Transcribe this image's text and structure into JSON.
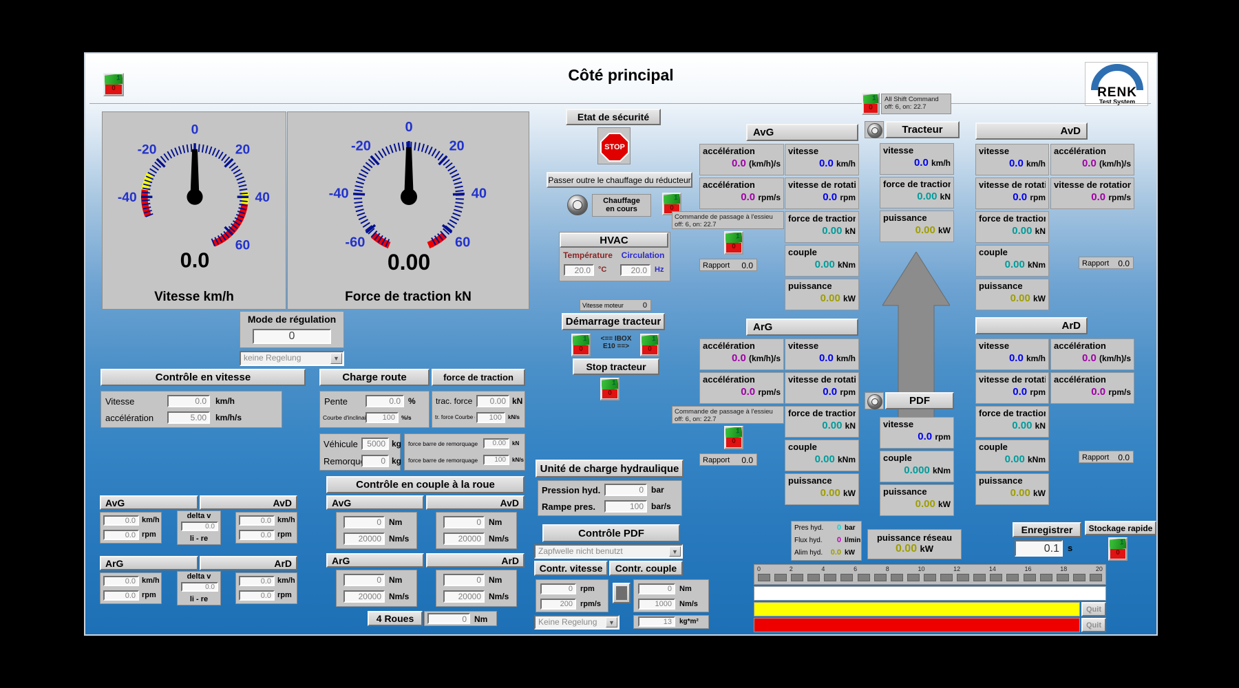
{
  "title": "Côté principal",
  "logo": {
    "name": "RENK",
    "sub": "Test System"
  },
  "colors": {
    "value_blue": "#0000f0",
    "value_magenta": "#a000a8",
    "value_teal": "#009c9c",
    "value_olive": "#9e9e00",
    "value_cyan": "#00dcdc",
    "value_flux": "#c000c0",
    "warn_yellow": "#ffff00",
    "alarm_red": "#ee0000",
    "temp_label": "#8b2525",
    "circ_label": "#2a2ad0"
  },
  "gauges": [
    {
      "caption": "Vitesse km/h",
      "value": "0.0",
      "labels": [
        "-40",
        "-20",
        "0",
        "20",
        "40",
        "60"
      ],
      "label_angles": [
        -90,
        -45,
        0,
        45,
        90,
        135
      ],
      "arcs": [
        {
          "s": -112,
          "e": -82,
          "c": "#ee0000"
        },
        {
          "s": -82,
          "e": -62,
          "c": "#ffff00"
        },
        {
          "s": 84,
          "e": 98,
          "c": "#ffff00"
        },
        {
          "s": 98,
          "e": 158,
          "c": "#ee0000"
        }
      ],
      "tick_range": [
        -112,
        158
      ]
    },
    {
      "caption": "Force de traction kN",
      "value": "0.00",
      "labels": [
        "-60",
        "-40",
        "-20",
        "0",
        "20",
        "40",
        "60"
      ],
      "label_angles": [
        -130,
        -87,
        -43,
        0,
        43,
        87,
        130
      ],
      "arcs": [
        {
          "s": -158,
          "e": -137,
          "c": "#ee0000"
        },
        {
          "s": 137,
          "e": 158,
          "c": "#ee0000"
        }
      ],
      "tick_range": [
        -155,
        155
      ]
    }
  ],
  "mode": {
    "title": "Mode de régulation",
    "value": "0",
    "dropdown": "keine Regelung"
  },
  "ctrl_vitesse": {
    "title": "Contrôle en vitesse",
    "rows": [
      {
        "label": "Vitesse",
        "value": "0.0",
        "unit": "km/h"
      },
      {
        "label": "accélération",
        "value": "5.00",
        "unit": "km/h/s"
      }
    ]
  },
  "charge_route": {
    "title": "Charge route",
    "row1": {
      "label": "Pente",
      "value": "0.0",
      "unit": "%"
    },
    "row2": {
      "label": "Courbe d'inclinaison",
      "value": "100",
      "unit": "%/s"
    }
  },
  "force_traction": {
    "title": "force de traction",
    "row1": {
      "label": "trac. force",
      "value": "0.00",
      "unit": "kN"
    },
    "row2": {
      "label": "tr. force Courbe d'in",
      "value": "100",
      "unit": "kN/s"
    }
  },
  "masses": {
    "row1": {
      "label": "Véhicule",
      "value": "5000",
      "unit": "kg"
    },
    "row2": {
      "label": "Remorque",
      "value": "0",
      "unit": "kg"
    }
  },
  "barre": {
    "row1": {
      "label": "force barre de remorquage",
      "value": "0.00",
      "unit": "kN"
    },
    "row2": {
      "label": "force barre de remorquage",
      "value": "100",
      "unit": "kN/s"
    }
  },
  "couple_roue": {
    "title": "Contrôle en couple à la roue",
    "unit_torque": "Nm",
    "unit_rate": "Nm/s",
    "avg": {
      "name": "AvG",
      "torque": "0",
      "rate": "20000"
    },
    "avd": {
      "name": "AvD",
      "torque": "0",
      "rate": "20000"
    },
    "arg": {
      "name": "ArG",
      "torque": "0",
      "rate": "20000"
    },
    "ard": {
      "name": "ArD",
      "torque": "0",
      "rate": "20000"
    },
    "four": {
      "label": "4 Roues",
      "value": "0",
      "unit": "Nm"
    }
  },
  "quads": {
    "unit_speed": "km/h",
    "unit_rpm": "rpm",
    "front": {
      "left": "AvG",
      "right": "AvD",
      "l_speed": "0.0",
      "l_rpm": "0.0",
      "r_speed": "0.0",
      "r_rpm": "0.0",
      "delta": {
        "label": "delta v",
        "value": "0.0",
        "sub": "li - re"
      }
    },
    "rear": {
      "left": "ArG",
      "right": "ArD",
      "l_speed": "0.0",
      "l_rpm": "0.0",
      "r_speed": "0.0",
      "r_rpm": "0.0",
      "delta": {
        "label": "delta v",
        "value": "0.0",
        "sub": "li - re"
      }
    }
  },
  "center": {
    "securite": "Etat de sécurité",
    "stop": "STOP",
    "chauffage_btn": "Passer outre le chauffage du réducteur",
    "chauffage_line1": "Chauffage",
    "chauffage_line2": "en cours",
    "hvac": {
      "title": "HVAC",
      "temp_label": "Température",
      "temp_value": "20.0",
      "temp_unit": "°C",
      "circ_label": "Circulation",
      "circ_value": "20.0",
      "circ_unit": "Hz"
    },
    "vitesse_moteur": {
      "label": "Vitesse moteur",
      "value": "0"
    },
    "demarrage": "Démarrage tracteur",
    "ibox_line1": "<== IBOX",
    "ibox_line2": "E10 ==>",
    "stop_tracteur": "Stop tracteur",
    "hydraulique": {
      "title": "Unité de charge hydraulique",
      "row1": {
        "label": "Pression hyd.",
        "value": "0",
        "unit": "bar"
      },
      "row2": {
        "label": "Rampe pres.",
        "value": "100",
        "unit": "bar/s"
      }
    },
    "pdf": {
      "title": "Contrôle PDF",
      "dropdown": "Zapfwelle nicht benutzt",
      "hdr_vitesse": "Contr. vitesse",
      "hdr_couple": "Contr. couple",
      "speed1": {
        "value": "0",
        "unit": "rpm"
      },
      "speed2": {
        "value": "200",
        "unit": "rpm/s"
      },
      "couple1": {
        "value": "0",
        "unit": "Nm"
      },
      "couple2": {
        "value": "1000",
        "unit": "Nm/s"
      },
      "inertia": {
        "value": "13",
        "unit": "kg*m²"
      },
      "dropdown2": "Keine Regelung"
    }
  },
  "axles": {
    "avg": {
      "name": "AvG",
      "accel1": {
        "label": "accélération",
        "value": "0.0",
        "unit": "(km/h)/s"
      },
      "accel2": {
        "label": "accélération",
        "value": "0.0",
        "unit": "rpm/s"
      },
      "vitesse": {
        "label": "vitesse",
        "value": "0.0",
        "unit": "km/h"
      },
      "rotation": {
        "label": "vitesse de rotati",
        "value": "0.0",
        "unit": "rpm"
      },
      "force": {
        "label": "force de traction",
        "value": "0.00",
        "unit": "kN"
      },
      "couple": {
        "label": "couple",
        "value": "0.00",
        "unit": "kNm"
      },
      "puissance": {
        "label": "puissance",
        "value": "0.00",
        "unit": "kW"
      },
      "commande_line1": "Commande de passage à l'essieu",
      "commande_line2": "off: 6, on: 22.7",
      "rapport": {
        "label": "Rapport",
        "value": "0.0"
      }
    },
    "arg": {
      "name": "ArG",
      "accel1": {
        "label": "accélération",
        "value": "0.0",
        "unit": "(km/h)/s"
      },
      "accel2": {
        "label": "accélération",
        "value": "0.0",
        "unit": "rpm/s"
      },
      "vitesse": {
        "label": "vitesse",
        "value": "0.0",
        "unit": "km/h"
      },
      "rotation": {
        "label": "vitesse de rotati",
        "value": "0.0",
        "unit": "rpm"
      },
      "force": {
        "label": "force de traction",
        "value": "0.00",
        "unit": "kN"
      },
      "couple": {
        "label": "couple",
        "value": "0.00",
        "unit": "kNm"
      },
      "puissance": {
        "label": "puissance",
        "value": "0.00",
        "unit": "kW"
      },
      "commande_line1": "Commande de passage à l'essieu",
      "commande_line2": "off: 6, on: 22.7",
      "rapport": {
        "label": "Rapport",
        "value": "0.0"
      }
    },
    "avd": {
      "name": "AvD",
      "vitesse": {
        "label": "vitesse",
        "value": "0.0",
        "unit": "km/h"
      },
      "rotation": {
        "label": "vitesse de rotati",
        "value": "0.0",
        "unit": "rpm"
      },
      "force": {
        "label": "force de traction",
        "value": "0.00",
        "unit": "kN"
      },
      "couple": {
        "label": "couple",
        "value": "0.00",
        "unit": "kNm"
      },
      "puissance": {
        "label": "puissance",
        "value": "0.00",
        "unit": "kW"
      },
      "accel1": {
        "label": "accélération",
        "value": "0.0",
        "unit": "(km/h)/s"
      },
      "accel2": {
        "label": "vitesse de rotation",
        "value": "0.0",
        "unit": "rpm/s"
      },
      "rapport": {
        "label": "Rapport",
        "value": "0.0"
      }
    },
    "ard": {
      "name": "ArD",
      "vitesse": {
        "label": "vitesse",
        "value": "0.0",
        "unit": "km/h"
      },
      "rotation": {
        "label": "vitesse de rotati",
        "value": "0.0",
        "unit": "rpm"
      },
      "force": {
        "label": "force de traction",
        "value": "0.00",
        "unit": "kN"
      },
      "couple": {
        "label": "couple",
        "value": "0.00",
        "unit": "kNm"
      },
      "puissance": {
        "label": "puissance",
        "value": "0.00",
        "unit": "kW"
      },
      "accel1": {
        "label": "accélération",
        "value": "0.0",
        "unit": "(km/h)/s"
      },
      "accel2": {
        "label": "accélération",
        "value": "0.0",
        "unit": "rpm/s"
      },
      "rapport": {
        "label": "Rapport",
        "value": "0.0"
      }
    }
  },
  "tracteur": {
    "title": "Tracteur",
    "all_shift_line1": "All Shift Command",
    "all_shift_line2": "off: 6, on: 22.7",
    "vitesse": {
      "label": "vitesse",
      "value": "0.0",
      "unit": "km/h"
    },
    "force": {
      "label": "force de traction",
      "value": "0.00",
      "unit": "kN"
    },
    "puissance": {
      "label": "puissance",
      "value": "0.00",
      "unit": "kW"
    }
  },
  "pdf_panel": {
    "title": "PDF",
    "vitesse": {
      "label": "vitesse",
      "value": "0.0",
      "unit": "rpm"
    },
    "couple": {
      "label": "couple",
      "value": "0.000",
      "unit": "kNm"
    },
    "puissance": {
      "label": "puissance",
      "value": "0.00",
      "unit": "kW"
    }
  },
  "bottom": {
    "hyd": {
      "row1": {
        "label": "Pres hyd.",
        "value": "0",
        "unit": "bar"
      },
      "row2": {
        "label": "Flux hyd.",
        "value": "0",
        "unit": "l/min"
      },
      "row3": {
        "label": "Alim hyd.",
        "value": "0.0",
        "unit": "kW"
      }
    },
    "reseau": {
      "label": "puissance réseau",
      "value": "0.00",
      "unit": "kW"
    },
    "enregistrer": {
      "title": "Enregistrer",
      "value": "0.1",
      "unit": "s"
    },
    "stockage": {
      "title": "Stockage rapide"
    },
    "scale_ticks": [
      "0",
      "2",
      "4",
      "6",
      "8",
      "10",
      "12",
      "14",
      "16",
      "18",
      "20"
    ],
    "quit": "Quit"
  }
}
